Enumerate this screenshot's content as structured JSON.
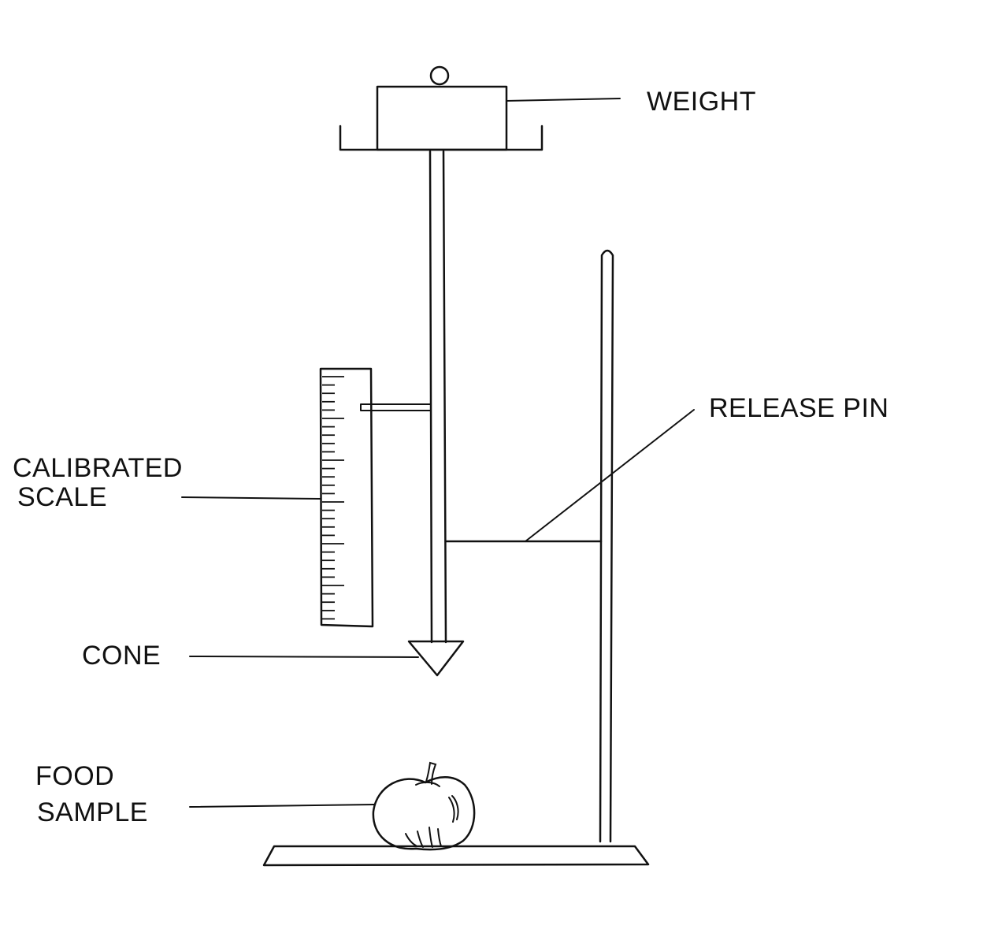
{
  "labels": {
    "weight": "WEIGHT",
    "release_pin": "RELEASE PIN",
    "calibrated_scale_line1": "CALIBRATED",
    "calibrated_scale_line2": "SCALE",
    "cone": "CONE",
    "food_sample_line1": "FOOD",
    "food_sample_line2": "SAMPLE"
  },
  "colors": {
    "ink": "#111111",
    "background": "#ffffff"
  }
}
